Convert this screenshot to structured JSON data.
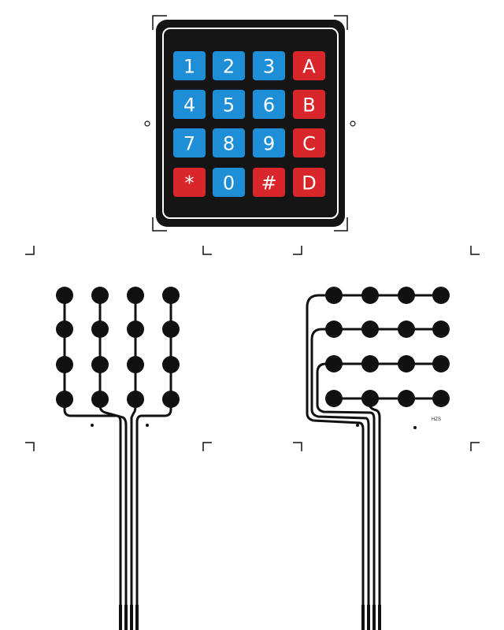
{
  "keypad": {
    "rows": [
      [
        {
          "label": "1",
          "color": "#1e8fd6"
        },
        {
          "label": "2",
          "color": "#1e8fd6"
        },
        {
          "label": "3",
          "color": "#1e8fd6"
        },
        {
          "label": "A",
          "color": "#d8262b"
        }
      ],
      [
        {
          "label": "4",
          "color": "#1e8fd6"
        },
        {
          "label": "5",
          "color": "#1e8fd6"
        },
        {
          "label": "6",
          "color": "#1e8fd6"
        },
        {
          "label": "B",
          "color": "#d8262b"
        }
      ],
      [
        {
          "label": "7",
          "color": "#1e8fd6"
        },
        {
          "label": "8",
          "color": "#1e8fd6"
        },
        {
          "label": "9",
          "color": "#1e8fd6"
        },
        {
          "label": "C",
          "color": "#d8262b"
        }
      ],
      [
        {
          "label": "*",
          "color": "#d8262b"
        },
        {
          "label": "0",
          "color": "#1e8fd6"
        },
        {
          "label": "#",
          "color": "#d8262b"
        },
        {
          "label": "D",
          "color": "#d8262b"
        }
      ]
    ],
    "body_color": "#151515",
    "outline_color": "#ffffff"
  },
  "circuit_right": {
    "marking": "HZS"
  },
  "colors": {
    "trace": "#111111",
    "background": "#ffffff"
  }
}
